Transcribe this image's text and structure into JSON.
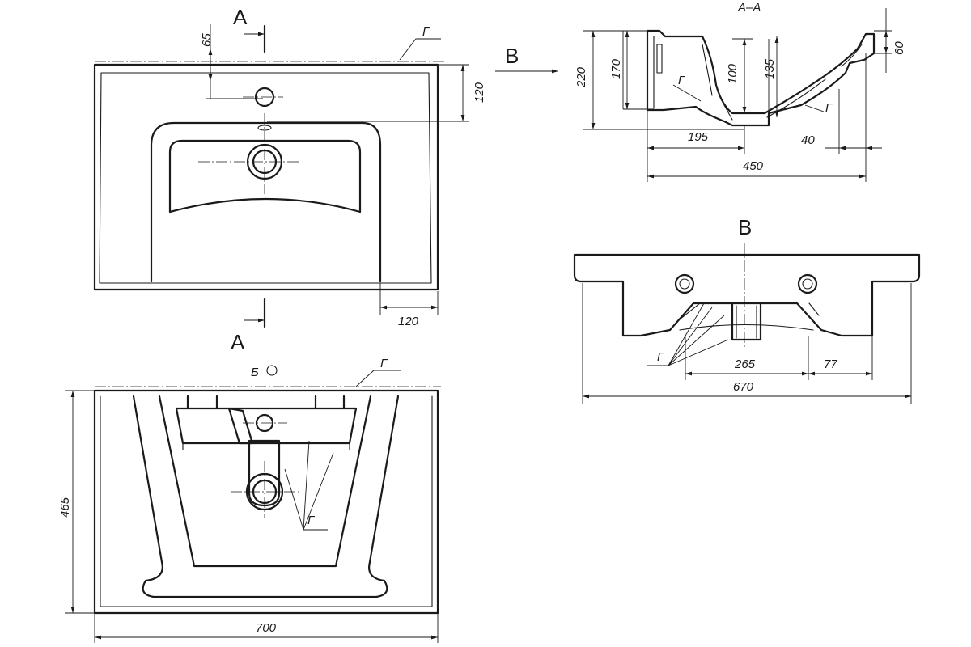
{
  "section_marks": {
    "a": "A",
    "aa_title": "A–A",
    "view_b_arrow": "B",
    "view_b_title": "B",
    "detail_b": "Б"
  },
  "callout": "Г",
  "dimensions": {
    "top_plan": {
      "tap_offset": "65",
      "tap_to_edge": "120",
      "side_ledge": "120"
    },
    "section_aa": {
      "height_220": "220",
      "height_170": "170",
      "height_100": "100",
      "height_135": "135",
      "height_60": "60",
      "width_195": "195",
      "width_40": "40",
      "width_450": "450"
    },
    "view_b": {
      "width_265": "265",
      "width_77": "77",
      "width_670": "670"
    },
    "bottom_plan": {
      "height_465": "465",
      "width_700": "700"
    }
  }
}
